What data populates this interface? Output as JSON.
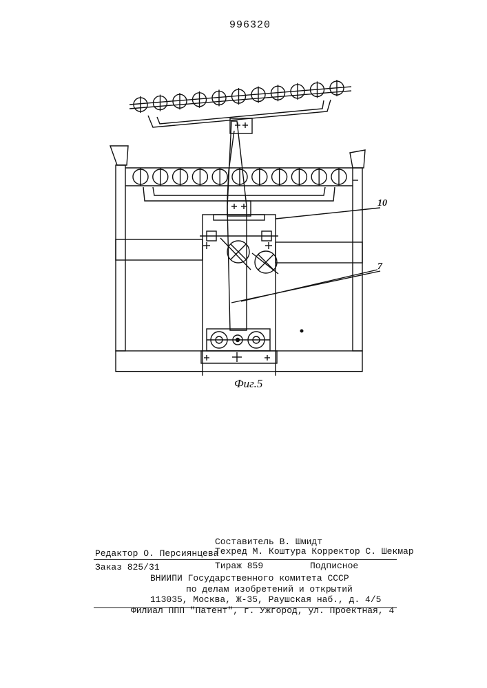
{
  "patent_number": "996320",
  "figure": {
    "caption": "Фиг.5",
    "callouts": [
      "10",
      "7"
    ]
  },
  "colophon": {
    "compiler": "Составитель В. Шмидт",
    "editor": "Редактор О. Персиянцева",
    "techred_corrector": "Техред М. Коштура Корректор С. Шекмар",
    "order": "Заказ 825/31",
    "circulation": "Тираж 859",
    "subscription": "Подписное",
    "org_line1": "ВНИИПИ Государственного комитета СССР",
    "org_line2": "по делам изобретений и открытий",
    "address": "113035, Москва, Ж-35, Раушская наб., д. 4/5",
    "branch": "Филиал ППП \"Патент\", г. Ужгород, ул. Проектная, 4"
  }
}
